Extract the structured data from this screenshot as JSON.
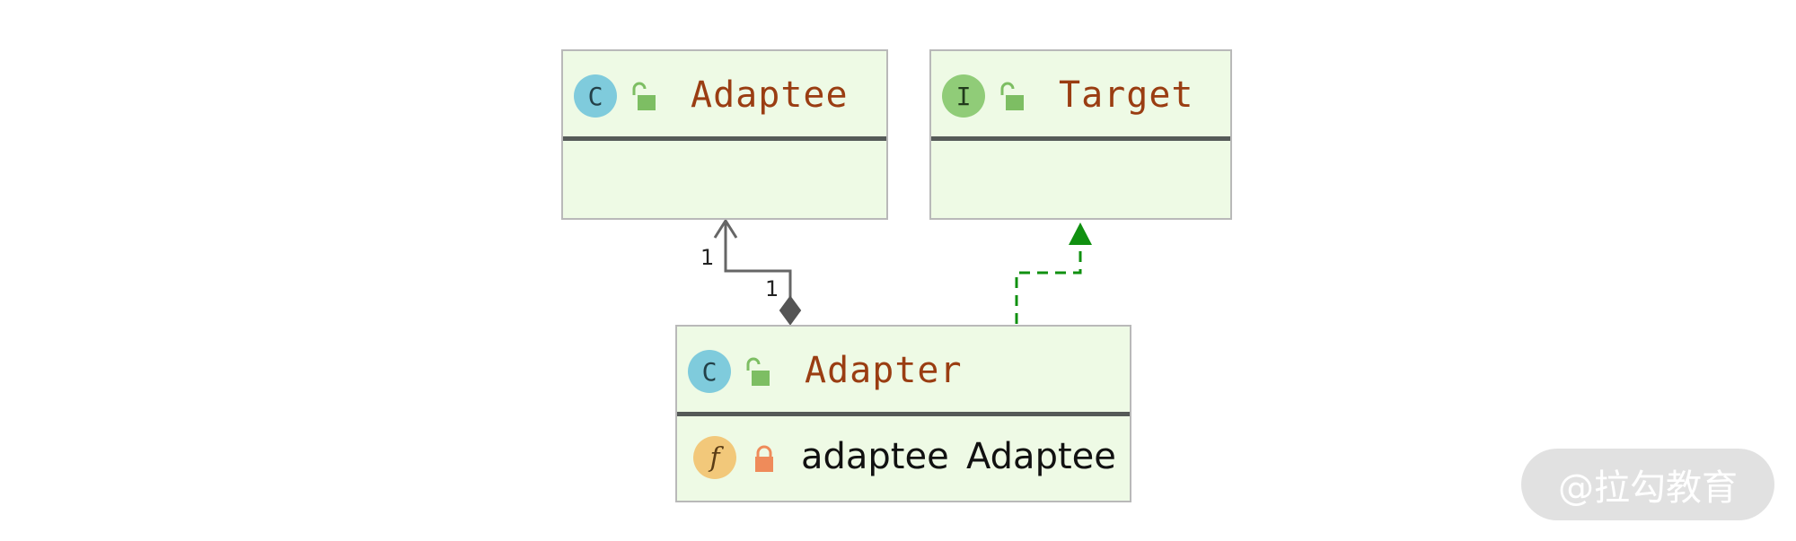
{
  "diagram": {
    "classes": {
      "adaptee": {
        "kind_badge": "C",
        "name": "Adaptee"
      },
      "target": {
        "kind_badge": "I",
        "name": "Target"
      },
      "adapter": {
        "kind_badge": "C",
        "name": "Adapter",
        "fields": [
          {
            "kind_badge": "f",
            "name": "adaptee",
            "type": "Adaptee"
          }
        ]
      }
    },
    "relations": {
      "composition": {
        "source_multiplicity": "1",
        "target_multiplicity": "1"
      }
    }
  },
  "watermark": {
    "text": "@拉勾教育"
  },
  "colors": {
    "box_fill": "#eefae5",
    "box_border": "#b9b9b9",
    "divider": "#555a58",
    "class_name": "#9a3d12",
    "class_badge": "#7fcbdc",
    "interface_badge": "#90cc78",
    "field_badge": "#f2c87a",
    "public_lock": "#7dbe63",
    "private_lock": "#ef8b5a",
    "composition_line": "#666666",
    "realization_line": "#109010"
  },
  "icons": {
    "public_visibility": "unlocked-padlock-icon",
    "private_visibility": "locked-padlock-icon"
  }
}
